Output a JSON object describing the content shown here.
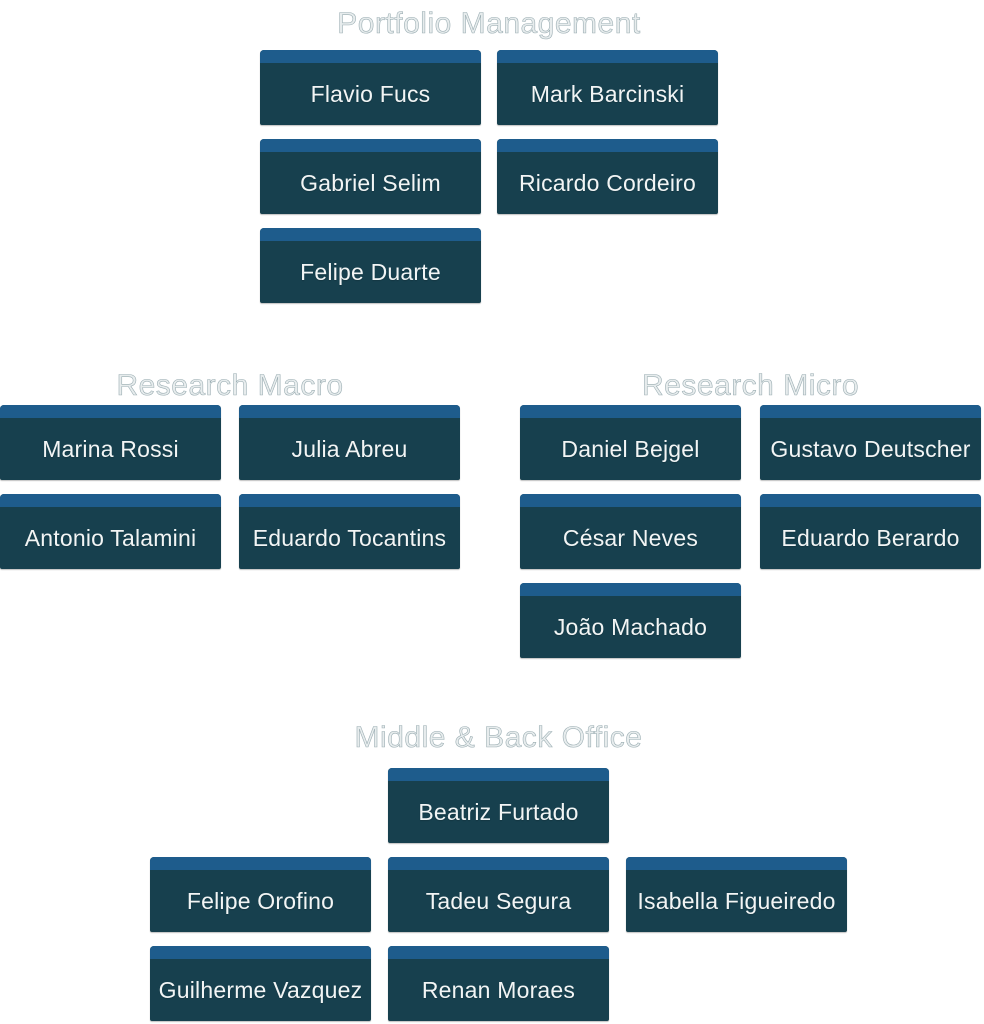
{
  "colors": {
    "page_bg": "#FFFFFF",
    "card_body": "#17404E",
    "card_strip": "#1E5C8C",
    "card_text": "#F2F5F5",
    "section_title_ghost": "#17404E"
  },
  "sections": [
    {
      "title": "Portfolio Management",
      "members": [
        "Flavio Fucs",
        "Mark Barcinski",
        "Gabriel Selim",
        "Ricardo Cordeiro",
        "Felipe Duarte"
      ]
    },
    {
      "title": "Research Macro",
      "members": [
        "Marina Rossi",
        "Julia Abreu",
        "Antonio Talamini",
        "Eduardo Tocantins"
      ]
    },
    {
      "title": "Research Micro",
      "members": [
        "Daniel Bejgel",
        "Gustavo Deutscher",
        "César Neves",
        "Eduardo Berardo",
        "João Machado"
      ]
    },
    {
      "title": "Middle & Back Office",
      "members": [
        "Beatriz Furtado",
        "Felipe Orofino",
        "Tadeu Segura",
        "Isabella Figueiredo",
        "Guilherme Vazquez",
        "Renan Moraes"
      ]
    }
  ]
}
